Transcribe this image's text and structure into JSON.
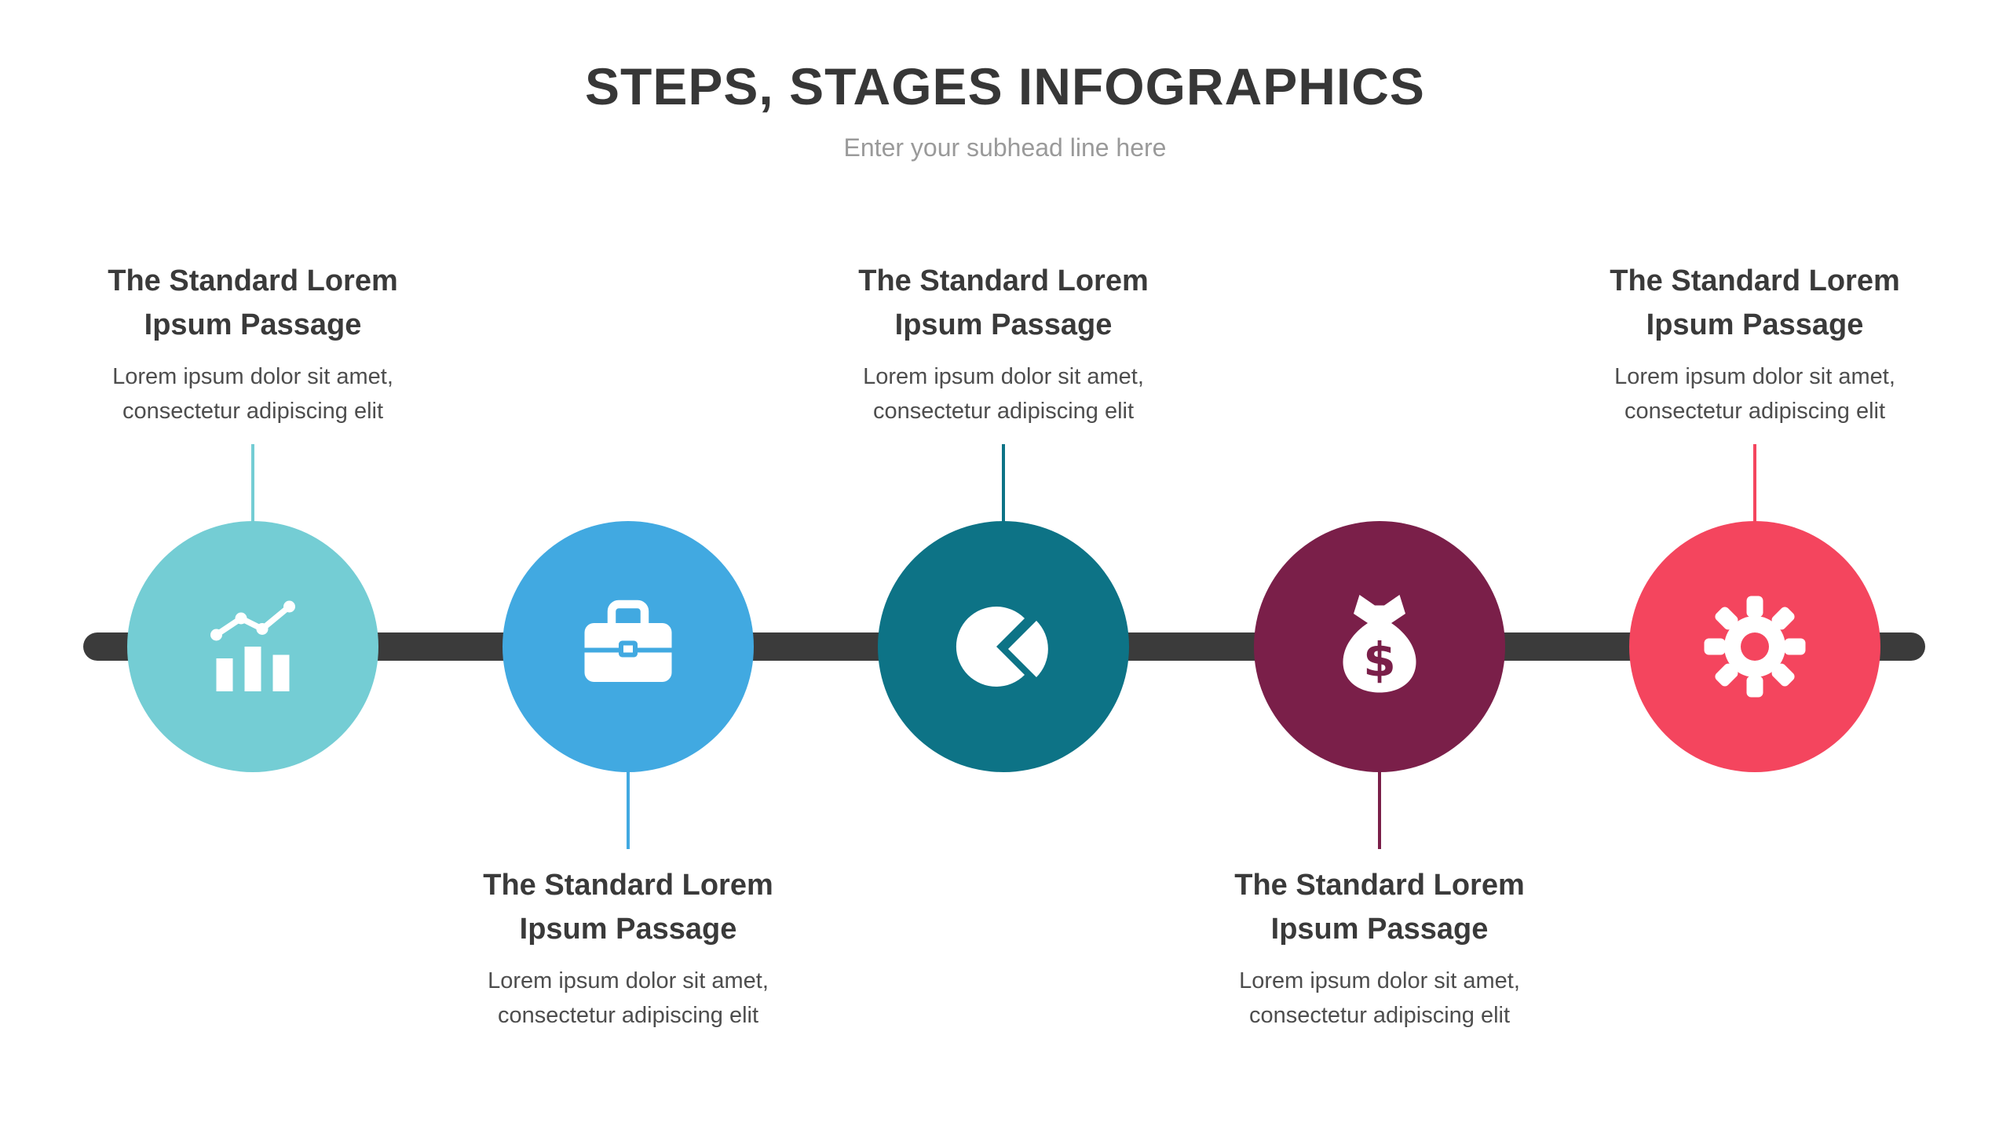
{
  "header": {
    "title": "STEPS, STAGES INFOGRAPHICS",
    "subtitle": "Enter your subhead line here"
  },
  "timeline": {
    "bar_color": "#3B3B3B"
  },
  "steps": [
    {
      "title": "The Standard Lorem Ipsum Passage",
      "description": "Lorem ipsum dolor sit amet, consectetur adipiscing elit",
      "icon": "bar-chart-icon",
      "color": "#74CDD4",
      "text_position": "above"
    },
    {
      "title": "The Standard Lorem Ipsum Passage",
      "description": "Lorem ipsum dolor sit amet, consectetur adipiscing elit",
      "icon": "briefcase-icon",
      "color": "#41A9E1",
      "text_position": "below"
    },
    {
      "title": "The Standard Lorem Ipsum Passage",
      "description": "Lorem ipsum dolor sit amet, consectetur adipiscing elit",
      "icon": "pie-chart-icon",
      "color": "#0D7386",
      "text_position": "above"
    },
    {
      "title": "The Standard Lorem Ipsum Passage",
      "description": "Lorem ipsum dolor sit amet, consectetur adipiscing elit",
      "icon": "money-bag-icon",
      "color": "#7A1F49",
      "text_position": "below"
    },
    {
      "title": "The Standard Lorem Ipsum Passage",
      "description": "Lorem ipsum dolor sit amet, consectetur adipiscing elit",
      "icon": "gear-icon",
      "color": "#F4455E",
      "text_position": "above"
    }
  ]
}
